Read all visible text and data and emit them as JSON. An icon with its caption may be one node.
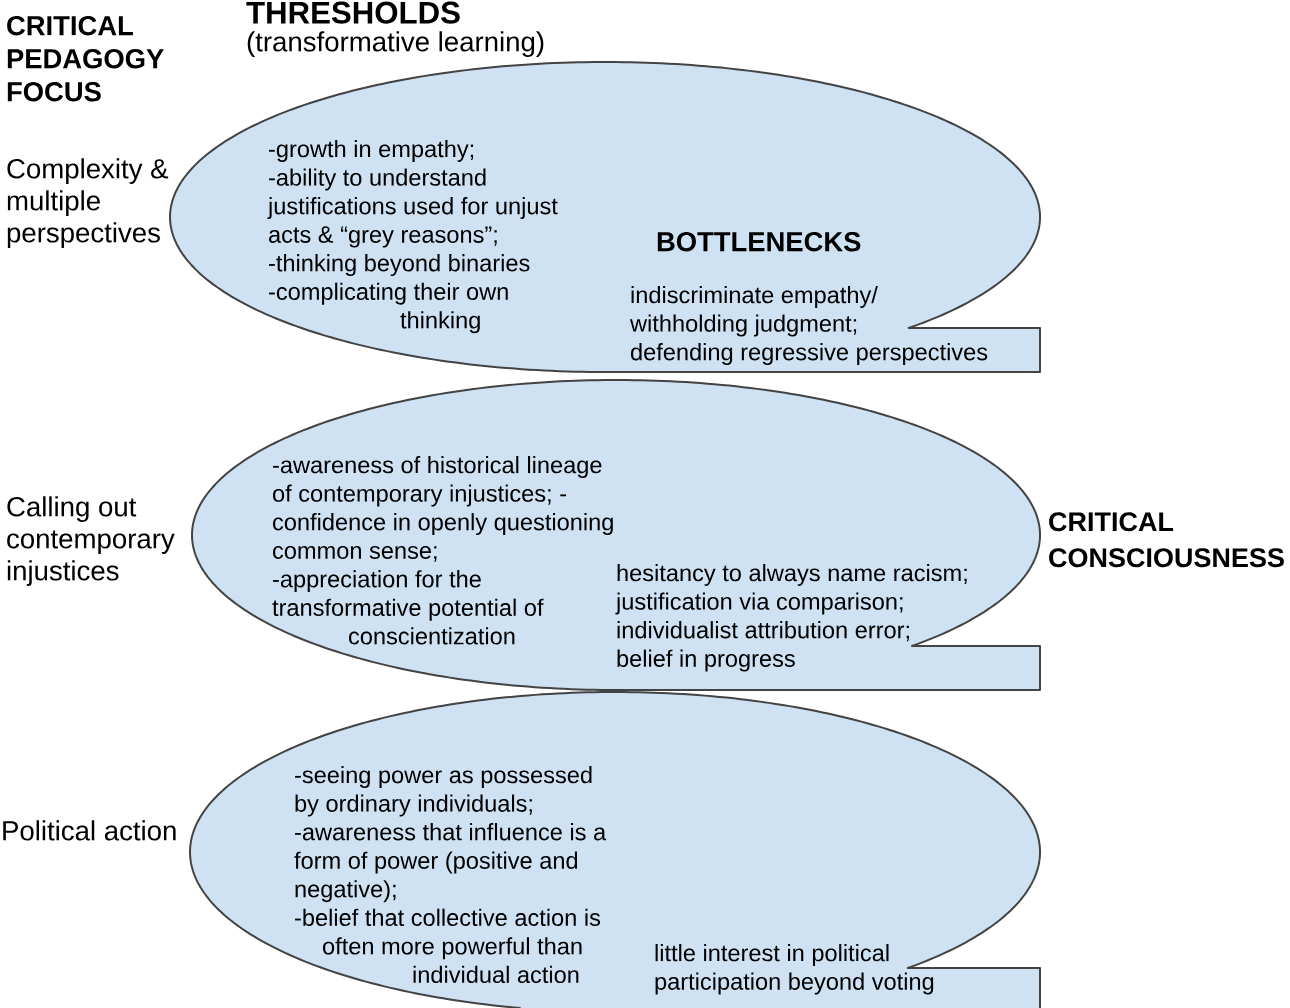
{
  "diagram": {
    "nodes": [
      {
        "text": [
          "-growth in empathy;",
          "-ability to understand justifications used for unjust acts & “grey reasons”;",
          "-thinking beyond binaries",
          "-complicating their own thinking",
          "BOTTLENECKS",
          "indiscriminate empathy/ withholding judgment;",
          "defending regressive perspectives"
        ]
      },
      {
        "text": [
          "-awareness of historical lineage of contemporary injustices; - confidence in openly questioning common sense;",
          "-appreciation for the transformative potential of conscientization",
          "hesitancy to always name racism;",
          "justification via comparison;",
          "individualist attribution error;",
          "belief in progress"
        ]
      },
      {
        "text": [
          "-seeing power as possessed by ordinary individuals;",
          "-awareness that influence is a form of power (positive and negative);",
          "-belief that collective action is often more powerful than individual action",
          "little interest in political participation beyond voting"
        ]
      }
    ],
    "labels": [
      "CRITICAL PEDAGOGY FOCUS",
      "THRESHOLDS",
      "(transformative learning)",
      "Complexity & multiple perspectives",
      "Calling out contemporary injustices",
      "CRITICAL CONSCIOUSNESS",
      "Political action"
    ]
  }
}
